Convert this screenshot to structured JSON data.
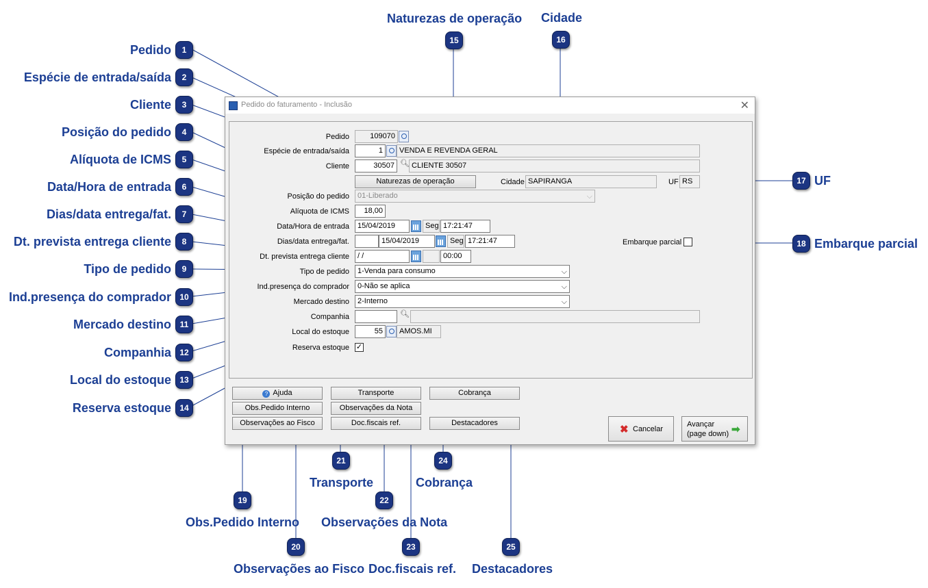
{
  "callouts": {
    "c1": {
      "num": "1",
      "label": "Pedido"
    },
    "c2": {
      "num": "2",
      "label": "Espécie de entrada/saída"
    },
    "c3": {
      "num": "3",
      "label": "Cliente"
    },
    "c4": {
      "num": "4",
      "label": "Posição do pedido"
    },
    "c5": {
      "num": "5",
      "label": "Alíquota de ICMS"
    },
    "c6": {
      "num": "6",
      "label": "Data/Hora de entrada"
    },
    "c7": {
      "num": "7",
      "label": "Dias/data entrega/fat."
    },
    "c8": {
      "num": "8",
      "label": "Dt. prevista entrega cliente"
    },
    "c9": {
      "num": "9",
      "label": "Tipo de pedido"
    },
    "c10": {
      "num": "10",
      "label": "Ind.presença do comprador"
    },
    "c11": {
      "num": "11",
      "label": "Mercado destino"
    },
    "c12": {
      "num": "12",
      "label": "Companhia"
    },
    "c13": {
      "num": "13",
      "label": "Local do estoque"
    },
    "c14": {
      "num": "14",
      "label": "Reserva estoque"
    },
    "c15": {
      "num": "15",
      "label": "Naturezas de operação"
    },
    "c16": {
      "num": "16",
      "label": "Cidade"
    },
    "c17": {
      "num": "17",
      "label": "UF"
    },
    "c18": {
      "num": "18",
      "label": "Embarque parcial"
    },
    "c19": {
      "num": "19",
      "label": "Obs.Pedido Interno"
    },
    "c20": {
      "num": "20",
      "label": "Observações ao Fisco"
    },
    "c21": {
      "num": "21",
      "label": "Transporte"
    },
    "c22": {
      "num": "22",
      "label": "Observações da Nota"
    },
    "c23": {
      "num": "23",
      "label": "Doc.fiscais ref."
    },
    "c24": {
      "num": "24",
      "label": "Cobrança"
    },
    "c25": {
      "num": "25",
      "label": "Destacadores"
    }
  },
  "dialog": {
    "title": "Pedido do faturamento - Inclusão",
    "fields": {
      "pedido": {
        "label": "Pedido",
        "value": "109070"
      },
      "especie": {
        "label": "Espécie de entrada/saída",
        "code": "1",
        "desc": "VENDA E REVENDA GERAL"
      },
      "cliente": {
        "label": "Cliente",
        "code": "30507",
        "desc": "CLIENTE 30507"
      },
      "naturezas_button": "Naturezas de operação",
      "cidade": {
        "label": "Cidade",
        "value": "SAPIRANGA"
      },
      "uf": {
        "label": "UF",
        "value": "RS"
      },
      "posicao": {
        "label": "Posição do pedido",
        "value": "01-Liberado"
      },
      "aliquota": {
        "label": "Alíquota de ICMS",
        "value": "18,00"
      },
      "data_hora": {
        "label": "Data/Hora de entrada",
        "date": "15/04/2019",
        "weekday": "Seg",
        "time": "17:21:47"
      },
      "dias_data": {
        "label": "Dias/data entrega/fat.",
        "days": "",
        "date": "15/04/2019",
        "weekday": "Seg",
        "time": "17:21:47"
      },
      "embarque": {
        "label": "Embarque parcial",
        "checked": false
      },
      "dt_prevista": {
        "label": "Dt. prevista entrega cliente",
        "date": " /  /",
        "weekday": "",
        "time": "00:00"
      },
      "tipo_pedido": {
        "label": "Tipo de pedido",
        "value": "1-Venda para consumo"
      },
      "ind_presenca": {
        "label": "Ind.presença do comprador",
        "value": "0-Não se aplica"
      },
      "mercado": {
        "label": "Mercado destino",
        "value": "2-Interno"
      },
      "companhia": {
        "label": "Companhia",
        "code": "",
        "desc": ""
      },
      "local_estoque": {
        "label": "Local do estoque",
        "code": "55",
        "desc": "AMOS.MI"
      },
      "reserva": {
        "label": "Reserva estoque",
        "checked": true,
        "mark": "✓"
      }
    },
    "buttons": {
      "ajuda": "Ajuda",
      "transporte": "Transporte",
      "cobranca": "Cobrança",
      "obs_interno": "Obs.Pedido Interno",
      "obs_nota": "Observações da Nota",
      "obs_fisco": "Observações ao Fisco",
      "doc_fiscais": "Doc.fiscais ref.",
      "destacadores": "Destacadores",
      "cancelar": "Cancelar",
      "avancar_line1": "Avançar",
      "avancar_line2": "(page down)"
    }
  },
  "colors": {
    "callout_text": "#1c3f94",
    "badge": "#1c3582",
    "line": "#1c3f94"
  }
}
